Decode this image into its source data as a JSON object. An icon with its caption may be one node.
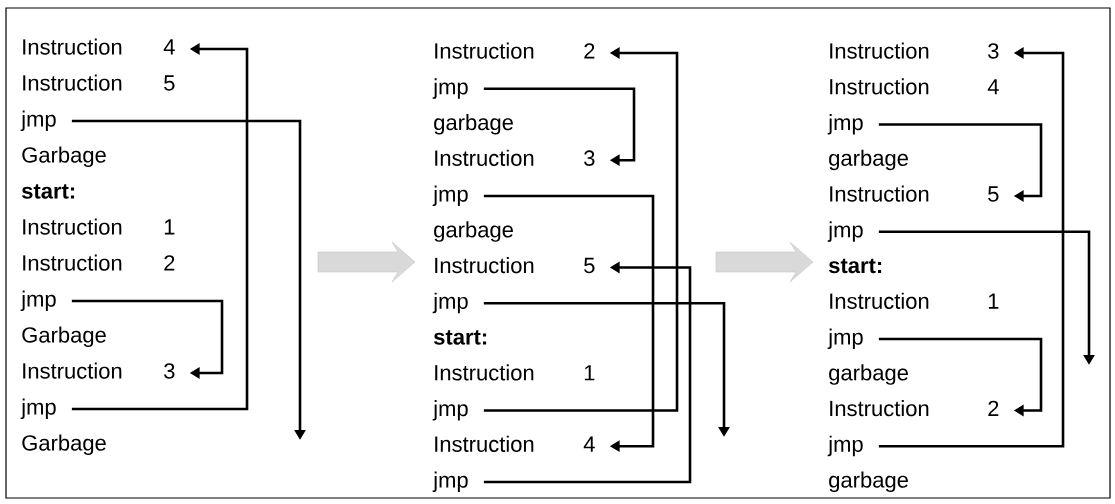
{
  "diagram": {
    "nodes": [
      {
        "text": [
          "Instruction",
          "4"
        ]
      },
      {
        "text": [
          "Instruction",
          "5"
        ]
      },
      {
        "text": [
          "jmp"
        ]
      },
      {
        "text": [
          "Garbage"
        ]
      },
      {
        "text": [
          "start:"
        ]
      },
      {
        "text": [
          "Instruction",
          "1"
        ]
      },
      {
        "text": [
          "Instruction",
          "2"
        ]
      },
      {
        "text": [
          "jmp"
        ]
      },
      {
        "text": [
          "Garbage"
        ]
      },
      {
        "text": [
          "Instruction",
          "3"
        ]
      },
      {
        "text": [
          "jmp"
        ]
      },
      {
        "text": [
          "Garbage"
        ]
      },
      {
        "text": [
          "Instruction",
          "2"
        ]
      },
      {
        "text": [
          "jmp"
        ]
      },
      {
        "text": [
          "garbage"
        ]
      },
      {
        "text": [
          "Instruction",
          "3"
        ]
      },
      {
        "text": [
          "jmp"
        ]
      },
      {
        "text": [
          "garbage"
        ]
      },
      {
        "text": [
          "Instruction",
          "5"
        ]
      },
      {
        "text": [
          "jmp"
        ]
      },
      {
        "text": [
          "start:"
        ]
      },
      {
        "text": [
          "Instruction",
          "1"
        ]
      },
      {
        "text": [
          "jmp"
        ]
      },
      {
        "text": [
          "Instruction",
          "4"
        ]
      },
      {
        "text": [
          "jmp"
        ]
      },
      {
        "text": [
          "Instruction",
          "3"
        ]
      },
      {
        "text": [
          "Instruction",
          "4"
        ]
      },
      {
        "text": [
          "jmp"
        ]
      },
      {
        "text": [
          "garbage"
        ]
      },
      {
        "text": [
          "Instruction",
          "5"
        ]
      },
      {
        "text": [
          "jmp"
        ]
      },
      {
        "text": [
          "start:"
        ]
      },
      {
        "text": [
          "Instruction",
          "1"
        ]
      },
      {
        "text": [
          "jmp"
        ]
      },
      {
        "text": [
          "garbage"
        ]
      },
      {
        "text": [
          "Instruction",
          "2"
        ]
      },
      {
        "text": [
          "jmp"
        ]
      },
      {
        "text": [
          "garbage"
        ]
      }
    ],
    "edges": [
      {
        "from": 2,
        "to": null,
        "arrow": "to"
      },
      {
        "from": 7,
        "to": 9,
        "arrow": "to"
      },
      {
        "from": 10,
        "to": 0,
        "arrow": "to"
      },
      {
        "from": 13,
        "to": 15,
        "arrow": "to"
      },
      {
        "from": 16,
        "to": 23,
        "arrow": "to"
      },
      {
        "from": 19,
        "to": null,
        "arrow": "to"
      },
      {
        "from": 22,
        "to": 12,
        "arrow": "to"
      },
      {
        "from": 24,
        "to": 18,
        "arrow": "to"
      },
      {
        "from": 27,
        "to": 29,
        "arrow": "to"
      },
      {
        "from": 30,
        "to": null,
        "arrow": "to"
      },
      {
        "from": 33,
        "to": 35,
        "arrow": "to"
      },
      {
        "from": 36,
        "to": 25,
        "arrow": "to"
      }
    ]
  }
}
